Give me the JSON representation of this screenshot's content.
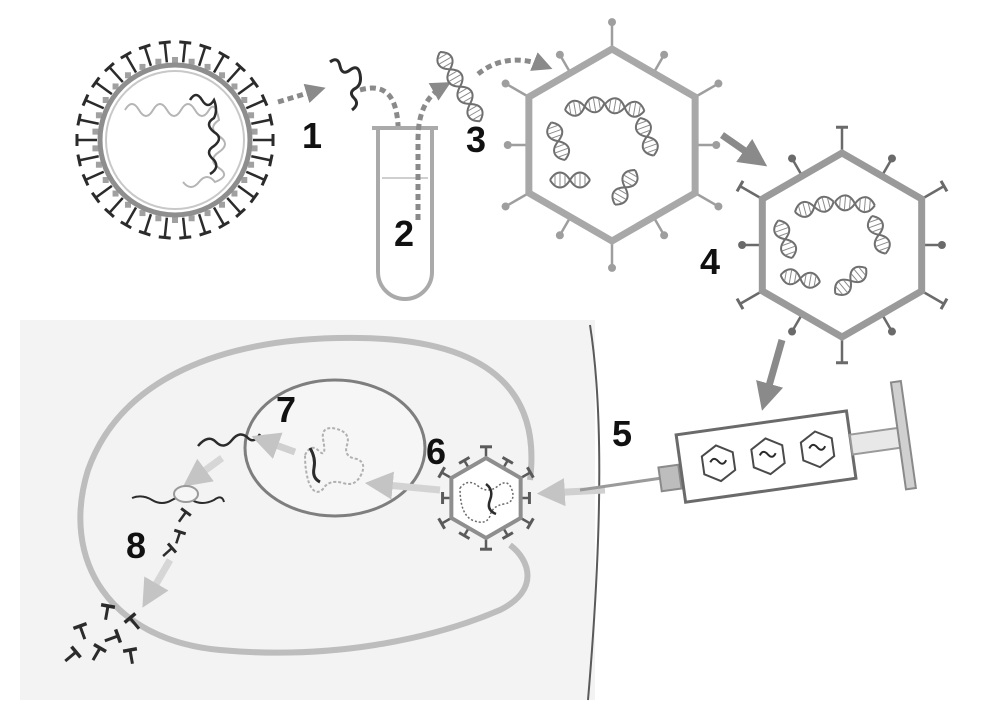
{
  "steps": {
    "s1": "1",
    "s2": "2",
    "s3": "3",
    "s4": "4",
    "s5": "5",
    "s6": "6",
    "s7": "7",
    "s8": "8"
  },
  "colors": {
    "dark": "#2b2b2b",
    "mid": "#7a7a7a",
    "light": "#b5b5b5",
    "pale": "#d6d6d6",
    "background": "#ffffff"
  },
  "icons": {
    "virus": "coronavirus-particle-icon",
    "rna": "rna-strand-icon",
    "tube": "test-tube-icon",
    "dna": "dna-helix-icon",
    "vector": "adenovirus-vector-icon",
    "syringe": "syringe-icon",
    "cell": "human-cell-icon",
    "nucleus": "cell-nucleus-icon",
    "ribosome": "ribosome-icon",
    "protein": "spike-protein-icon"
  }
}
